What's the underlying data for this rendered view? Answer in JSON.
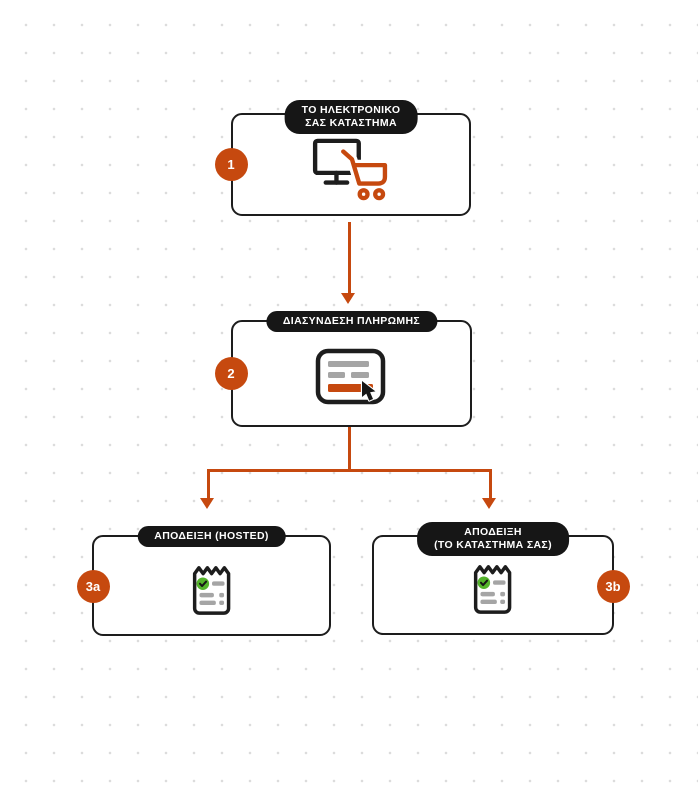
{
  "diagram": {
    "name": "ecommerce-payment-flow",
    "steps": [
      {
        "id": "1",
        "badge": "1",
        "title_lines": [
          "ΤΟ ΗΛΕΚΤΡΟΝΙΚΟ",
          "ΣΑΣ ΚΑΤΑΣΤΗΜΑ"
        ],
        "icon": "monitor-shopping-cart-icon"
      },
      {
        "id": "2",
        "badge": "2",
        "title_lines": [
          "ΔΙΑΣΥΝΔΕΣΗ ΠΛΗΡΩΜΗΣ"
        ],
        "icon": "payment-form-cursor-icon"
      },
      {
        "id": "3a",
        "badge": "3a",
        "title_lines": [
          "ΑΠΟΔΕΙΞΗ (HOSTED)"
        ],
        "icon": "receipt-check-icon"
      },
      {
        "id": "3b",
        "badge": "3b",
        "title_lines": [
          "ΑΠΟΔΕΙΞΗ",
          "(ΤΟ ΚΑΤΑΣΤΗΜΑ ΣΑΣ)"
        ],
        "icon": "receipt-check-icon"
      }
    ],
    "connections": [
      {
        "from": "1",
        "to": "2"
      },
      {
        "from": "2",
        "to": "3a"
      },
      {
        "from": "2",
        "to": "3b"
      }
    ],
    "colors": {
      "accent_orange": "#C6490F",
      "ink_black": "#1D1D1D",
      "bar_gray": "#A5A5A5",
      "check_green": "#54B42B",
      "grid_dot_gray": "#DCDCDC",
      "background": "#FFFFFF"
    }
  }
}
